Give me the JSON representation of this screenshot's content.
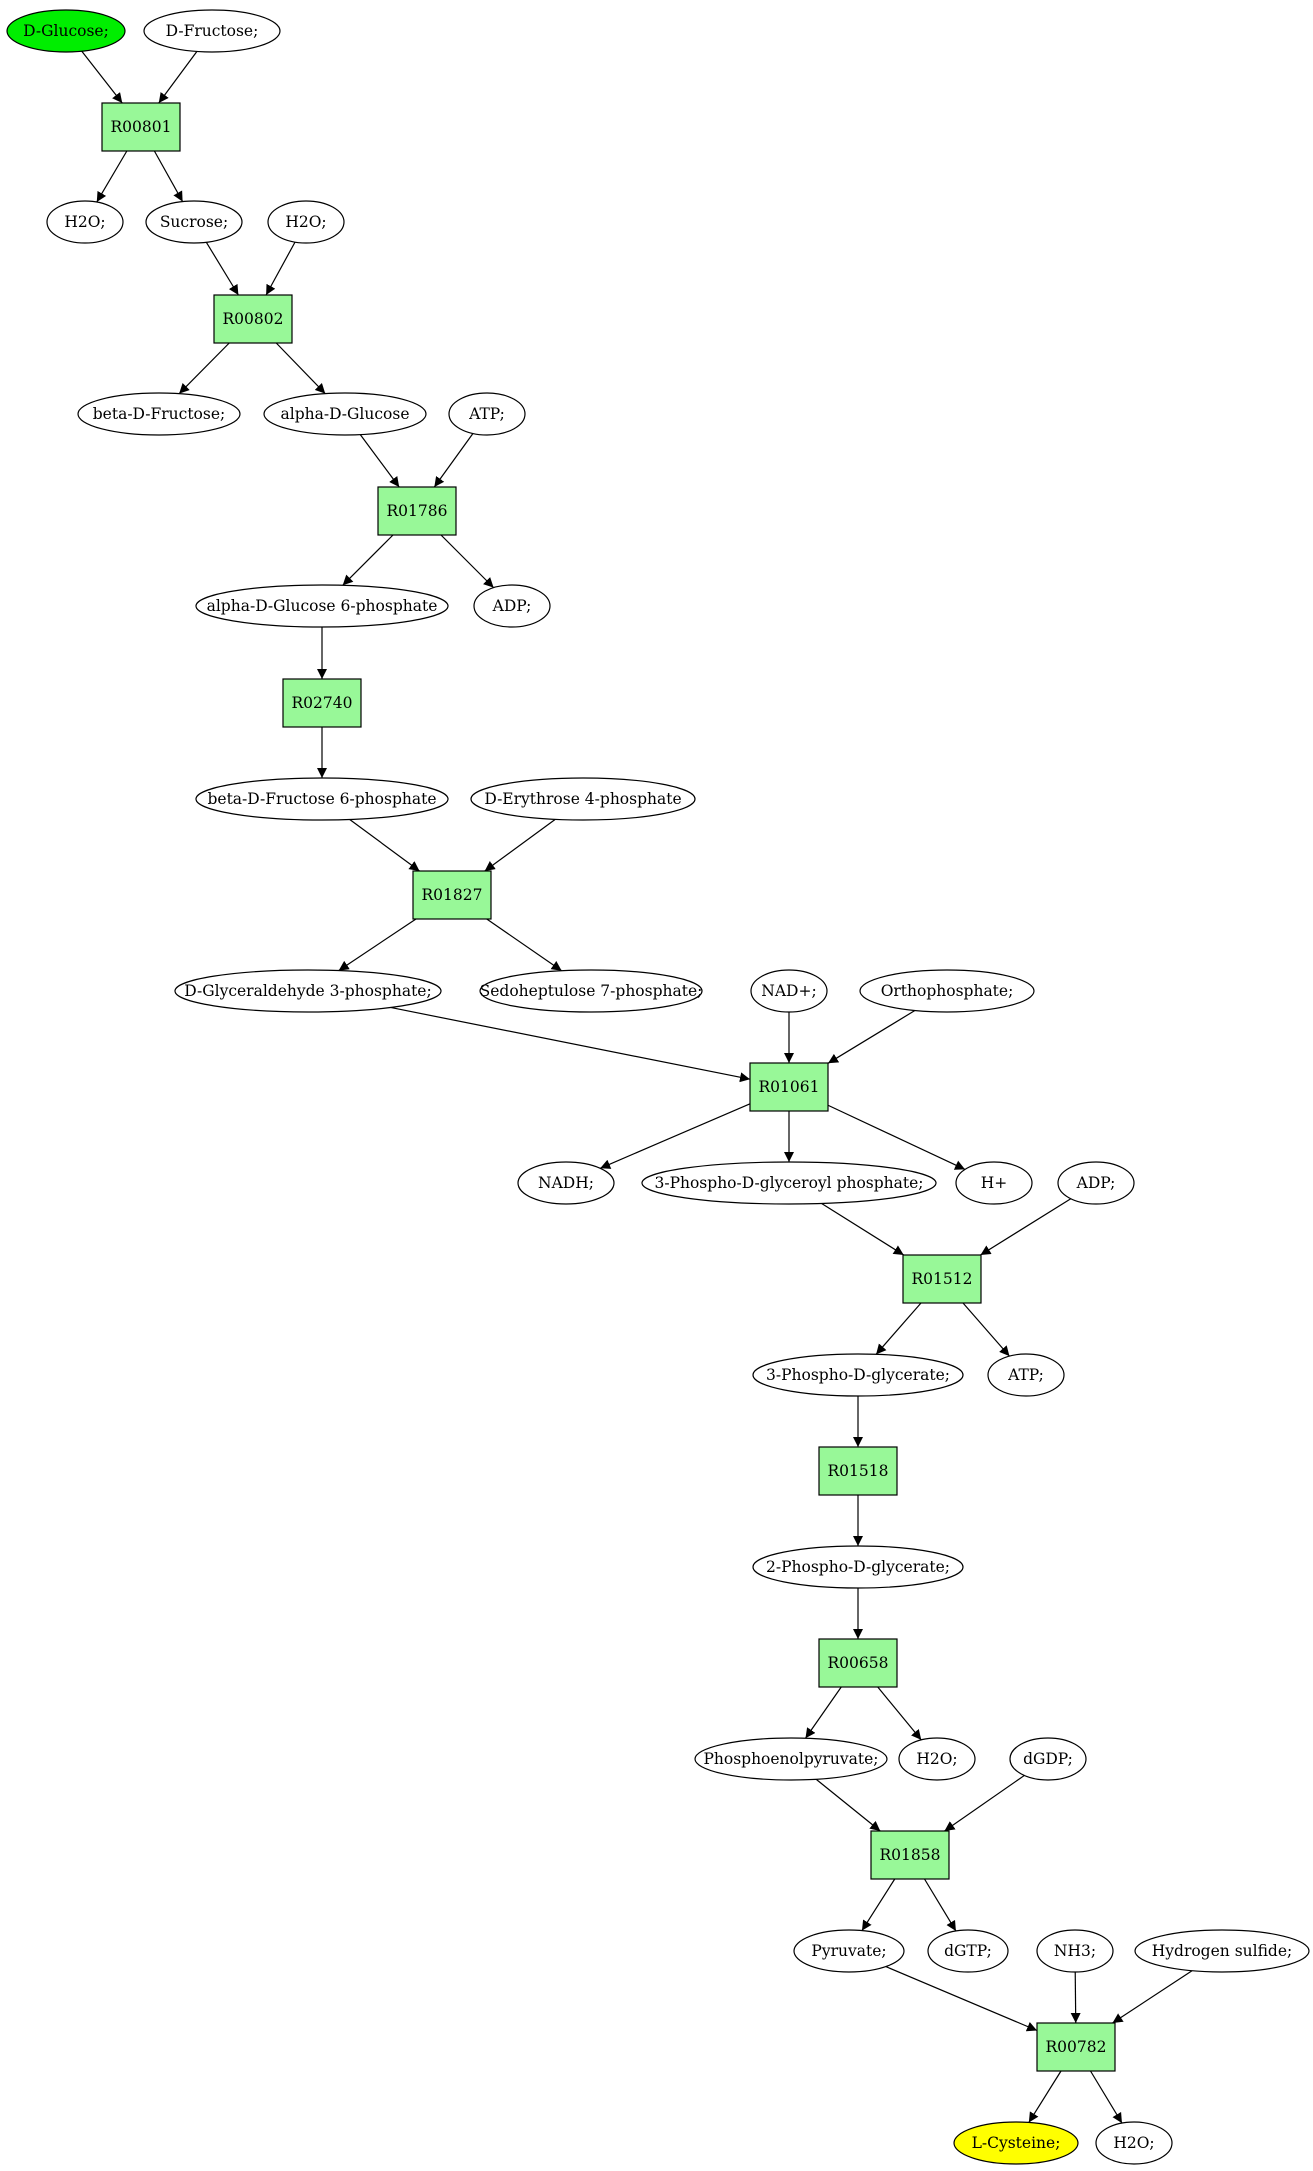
{
  "diagram": {
    "compounds": [
      {
        "id": "c_glucose",
        "label": "D-Glucose;",
        "fill": "#00ee00"
      },
      {
        "id": "c_fructose",
        "label": "D-Fructose;"
      },
      {
        "id": "c_h2o_1",
        "label": "H2O;"
      },
      {
        "id": "c_sucrose",
        "label": "Sucrose;"
      },
      {
        "id": "c_h2o_2",
        "label": "H2O;"
      },
      {
        "id": "c_bfruct",
        "label": "beta-D-Fructose;"
      },
      {
        "id": "c_aglc",
        "label": "alpha-D-Glucose"
      },
      {
        "id": "c_atp_1",
        "label": "ATP;"
      },
      {
        "id": "c_aglc6p",
        "label": "alpha-D-Glucose 6-phosphate"
      },
      {
        "id": "c_adp_1",
        "label": "ADP;"
      },
      {
        "id": "c_bf6p",
        "label": "beta-D-Fructose 6-phosphate"
      },
      {
        "id": "c_e4p",
        "label": "D-Erythrose 4-phosphate"
      },
      {
        "id": "c_g3p",
        "label": "D-Glyceraldehyde 3-phosphate;"
      },
      {
        "id": "c_s7p",
        "label": "Sedoheptulose 7-phosphate;"
      },
      {
        "id": "c_nad",
        "label": "NAD+;"
      },
      {
        "id": "c_pi",
        "label": "Orthophosphate;"
      },
      {
        "id": "c_nadh",
        "label": "NADH;"
      },
      {
        "id": "c_13bpg",
        "label": "3-Phospho-D-glyceroyl phosphate;"
      },
      {
        "id": "c_h",
        "label": "H+"
      },
      {
        "id": "c_adp_2",
        "label": "ADP;"
      },
      {
        "id": "c_3pg",
        "label": "3-Phospho-D-glycerate;"
      },
      {
        "id": "c_atp_2",
        "label": "ATP;"
      },
      {
        "id": "c_2pg",
        "label": "2-Phospho-D-glycerate;"
      },
      {
        "id": "c_pep",
        "label": "Phosphoenolpyruvate;"
      },
      {
        "id": "c_h2o_3",
        "label": "H2O;"
      },
      {
        "id": "c_dgdp",
        "label": "dGDP;"
      },
      {
        "id": "c_pyr",
        "label": "Pyruvate;"
      },
      {
        "id": "c_dgtp",
        "label": "dGTP;"
      },
      {
        "id": "c_nh3",
        "label": "NH3;"
      },
      {
        "id": "c_h2s",
        "label": "Hydrogen sulfide;"
      },
      {
        "id": "c_cys",
        "label": "L-Cysteine;",
        "fill": "#ffff00"
      },
      {
        "id": "c_h2o_4",
        "label": "H2O;"
      }
    ],
    "reactions": [
      {
        "id": "r_00801",
        "label": "R00801"
      },
      {
        "id": "r_00802",
        "label": "R00802"
      },
      {
        "id": "r_01786",
        "label": "R01786"
      },
      {
        "id": "r_02740",
        "label": "R02740"
      },
      {
        "id": "r_01827",
        "label": "R01827"
      },
      {
        "id": "r_01061",
        "label": "R01061"
      },
      {
        "id": "r_01512",
        "label": "R01512"
      },
      {
        "id": "r_01518",
        "label": "R01518"
      },
      {
        "id": "r_00658",
        "label": "R00658"
      },
      {
        "id": "r_01858",
        "label": "R01858"
      },
      {
        "id": "r_00782",
        "label": "R00782"
      }
    ],
    "edges": [
      [
        "c_glucose",
        "r_00801"
      ],
      [
        "c_fructose",
        "r_00801"
      ],
      [
        "r_00801",
        "c_h2o_1"
      ],
      [
        "r_00801",
        "c_sucrose"
      ],
      [
        "c_sucrose",
        "r_00802"
      ],
      [
        "c_h2o_2",
        "r_00802"
      ],
      [
        "r_00802",
        "c_bfruct"
      ],
      [
        "r_00802",
        "c_aglc"
      ],
      [
        "c_aglc",
        "r_01786"
      ],
      [
        "c_atp_1",
        "r_01786"
      ],
      [
        "r_01786",
        "c_aglc6p"
      ],
      [
        "r_01786",
        "c_adp_1"
      ],
      [
        "c_aglc6p",
        "r_02740"
      ],
      [
        "r_02740",
        "c_bf6p"
      ],
      [
        "c_bf6p",
        "r_01827"
      ],
      [
        "c_e4p",
        "r_01827"
      ],
      [
        "r_01827",
        "c_g3p"
      ],
      [
        "r_01827",
        "c_s7p"
      ],
      [
        "c_g3p",
        "r_01061"
      ],
      [
        "c_nad",
        "r_01061"
      ],
      [
        "c_pi",
        "r_01061"
      ],
      [
        "r_01061",
        "c_nadh"
      ],
      [
        "r_01061",
        "c_13bpg"
      ],
      [
        "r_01061",
        "c_h"
      ],
      [
        "c_13bpg",
        "r_01512"
      ],
      [
        "c_adp_2",
        "r_01512"
      ],
      [
        "r_01512",
        "c_3pg"
      ],
      [
        "r_01512",
        "c_atp_2"
      ],
      [
        "c_3pg",
        "r_01518"
      ],
      [
        "r_01518",
        "c_2pg"
      ],
      [
        "c_2pg",
        "r_00658"
      ],
      [
        "r_00658",
        "c_pep"
      ],
      [
        "r_00658",
        "c_h2o_3"
      ],
      [
        "c_pep",
        "r_01858"
      ],
      [
        "c_dgdp",
        "r_01858"
      ],
      [
        "r_01858",
        "c_pyr"
      ],
      [
        "r_01858",
        "c_dgtp"
      ],
      [
        "c_pyr",
        "r_00782"
      ],
      [
        "c_nh3",
        "r_00782"
      ],
      [
        "c_h2s",
        "r_00782"
      ],
      [
        "r_00782",
        "c_cys"
      ],
      [
        "r_00782",
        "c_h2o_4"
      ]
    ],
    "colors": {
      "compound_fill": "#ffffff",
      "reaction_fill": "#98f898",
      "stroke": "#000000"
    }
  }
}
